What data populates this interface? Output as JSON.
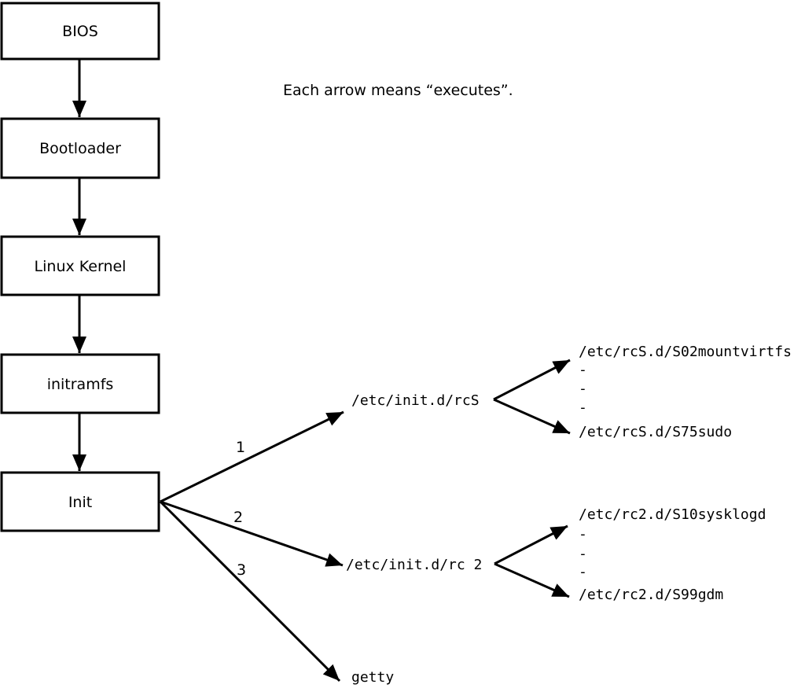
{
  "note": "Each arrow means “executes”.",
  "boxes": [
    {
      "label": "BIOS"
    },
    {
      "label": "Bootloader"
    },
    {
      "label": "Linux Kernel"
    },
    {
      "label": "initramfs"
    },
    {
      "label": "Init"
    }
  ],
  "branches": [
    {
      "order": "1",
      "target": "/etc/init.d/rcS",
      "children": {
        "first": "/etc/rcS.d/S02mountvirtfs",
        "dashes": [
          "-",
          "-",
          "-"
        ],
        "last": "/etc/rcS.d/S75sudo"
      }
    },
    {
      "order": "2",
      "target": "/etc/init.d/rc 2",
      "children": {
        "first": "/etc/rc2.d/S10sysklogd",
        "dashes": [
          "-",
          "-",
          "-"
        ],
        "last": "/etc/rc2.d/S99gdm"
      }
    },
    {
      "order": "3",
      "target": "getty"
    }
  ],
  "colors": {
    "ink": "#000000",
    "background": "#ffffff"
  }
}
